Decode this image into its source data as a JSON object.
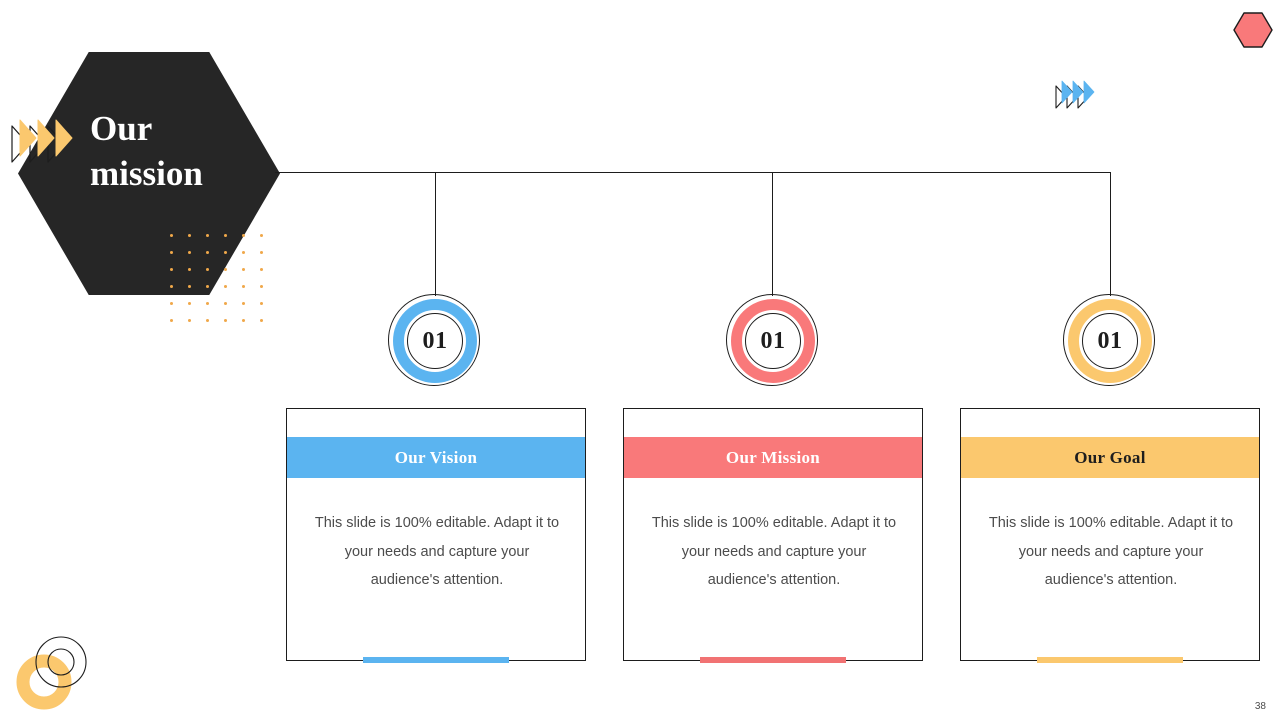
{
  "slide": {
    "title_line1": "Our",
    "title_line2": "mission",
    "page_number": "38",
    "colors": {
      "dark": "#262626",
      "blue": "#5bb4f0",
      "coral": "#f9797a",
      "yellow": "#fbc86e",
      "orange_dot": "#f0a84a",
      "line": "#1d1d1d",
      "body_text": "#4c4c4c"
    }
  },
  "badges": [
    {
      "number": "01",
      "color": "#5bb4f0"
    },
    {
      "number": "01",
      "color": "#f9797a"
    },
    {
      "number": "01",
      "color": "#fbc86e"
    }
  ],
  "cards": [
    {
      "heading": "Our Vision",
      "body": "This slide is 100% editable. Adapt it to your needs and capture your audience's attention.",
      "header_bg": "#5bb4f0",
      "header_text_color": "#ffffff",
      "accent": "#5bb4f0"
    },
    {
      "heading": "Our Mission",
      "body": "This slide is 100% editable. Adapt it to your needs and capture your audience's attention.",
      "header_bg": "#f9797a",
      "header_text_color": "#ffffff",
      "accent": "#f17273"
    },
    {
      "heading": "Our Goal",
      "body": "This slide is 100% editable. Adapt it to your needs and capture your audience's attention.",
      "header_bg": "#fbc86e",
      "header_text_color": "#1d1d1d",
      "accent": "#fbc86e"
    }
  ],
  "decorations": {
    "chevron_orange": "chevron-right-triple-orange",
    "chevron_blue": "chevron-right-triple-blue",
    "hexagon_coral": "hexagon-coral",
    "rings_bottom_left": "concentric-rings",
    "dot_grid": "dot-grid-orange"
  }
}
